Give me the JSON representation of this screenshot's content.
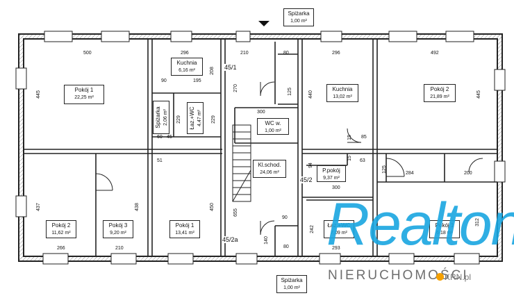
{
  "rooms": [
    {
      "id": "pokoj1-nw",
      "name": "Pokój 1",
      "area": "22,25 m²"
    },
    {
      "id": "kuchnia-w",
      "name": "Kuchnia",
      "area": "6,16 m²"
    },
    {
      "id": "spizarka-w",
      "name": "Spiżarka",
      "area": "2,06 m²"
    },
    {
      "id": "lazienka-w",
      "name": "Łaz.+WC",
      "area": "4,47 m²"
    },
    {
      "id": "wc",
      "name": "WC w.",
      "area": "1,00 m²"
    },
    {
      "id": "klatka",
      "name": "Kl.schod.",
      "area": "24,06 m²"
    },
    {
      "id": "kuchnia-e",
      "name": "Kuchnia",
      "area": "13,02 m²"
    },
    {
      "id": "pokoj2-ne",
      "name": "Pokój 2",
      "area": "21,89 m²"
    },
    {
      "id": "ppokoj",
      "name": "P.pokój",
      "area": "9,37 m²"
    },
    {
      "id": "pokoj2-sw",
      "name": "Pokój 2",
      "area": "11,62 m²"
    },
    {
      "id": "pokoj3",
      "name": "Pokój 3",
      "area": "9,20 m²"
    },
    {
      "id": "pokoj1-s",
      "name": "Pokój 1",
      "area": "13,41 m²"
    },
    {
      "id": "lazienka-e",
      "name": "Łaz.+WC",
      "area": "7,09 m²"
    },
    {
      "id": "pokoj1-se",
      "name": "Pokój 1",
      "area": "6,18 m²"
    },
    {
      "id": "spizarka-top",
      "name": "Spiżarka",
      "area": "1,00 m²"
    },
    {
      "id": "spizarka-bottom",
      "name": "Spiżarka",
      "area": "1,00 m²"
    }
  ],
  "unit_labels": {
    "u45_1": "45/1",
    "u45_2": "45/2",
    "u45_2a": "45/2a"
  },
  "dimensions": {
    "d500": "500",
    "d296a": "296",
    "d210a": "210",
    "d80a": "80",
    "d296b": "296",
    "d492": "492",
    "d445a": "445",
    "d208": "208",
    "d270": "270",
    "d440": "440",
    "d445b": "445",
    "d90a": "90",
    "d195": "195",
    "d229a": "229",
    "d229b": "229",
    "d60": "60",
    "d45a": "45",
    "d300a": "300",
    "d125a": "125",
    "d85": "85",
    "d15a": "15",
    "d15b": "15",
    "d51": "51",
    "d63": "63",
    "d94": "94",
    "d125b": "125",
    "d284": "284",
    "d200": "200",
    "d437": "437",
    "d438": "438",
    "d450": "450",
    "d655": "655",
    "d300b": "300",
    "d312": "312",
    "d90b": "90",
    "d242": "242",
    "d140": "140",
    "d80b": "80",
    "d266": "266",
    "d210b": "210",
    "d293": "293"
  },
  "watermark": {
    "brand": "Realton",
    "tagline": "NIERUCHOMOŚCI",
    "site": "KRN.pl"
  }
}
